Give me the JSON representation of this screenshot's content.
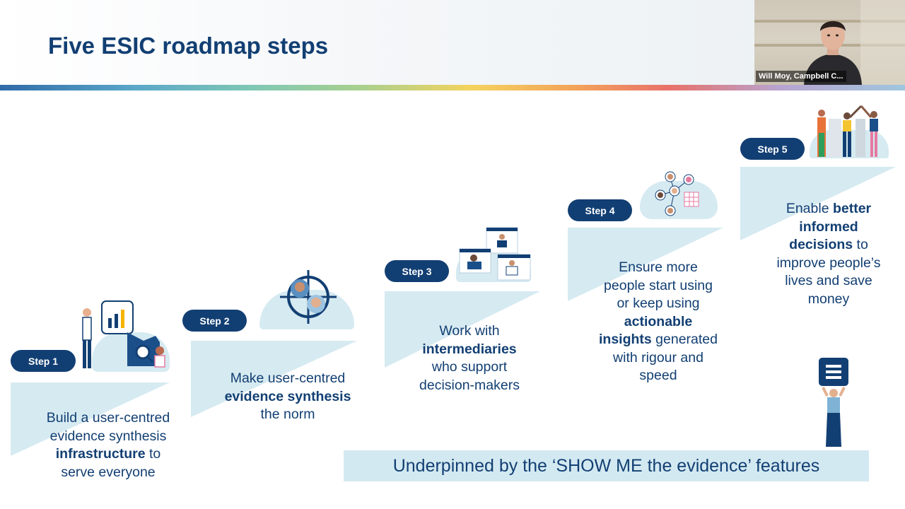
{
  "slide": {
    "title": "Five ESIC roadmap steps",
    "banner": "Underpinned by the ‘SHOW ME the evidence’ features"
  },
  "video": {
    "participant_name": "Will Moy, Campbell C..."
  },
  "steps": [
    {
      "label": "Step 1",
      "lines": [
        [
          {
            "t": "Build a user-centred"
          }
        ],
        [
          {
            "t": "evidence synthesis"
          }
        ],
        [
          {
            "t": "infrastructure",
            "b": true
          },
          {
            "t": " to"
          }
        ],
        [
          {
            "t": "serve everyone"
          }
        ]
      ]
    },
    {
      "label": "Step 2",
      "lines": [
        [
          {
            "t": "Make user-centred"
          }
        ],
        [
          {
            "t": "evidence synthesis",
            "b": true
          }
        ],
        [
          {
            "t": "the norm"
          }
        ]
      ]
    },
    {
      "label": "Step 3",
      "lines": [
        [
          {
            "t": "Work with"
          }
        ],
        [
          {
            "t": "intermediaries",
            "b": true
          }
        ],
        [
          {
            "t": "who support"
          }
        ],
        [
          {
            "t": "decision-makers"
          }
        ]
      ]
    },
    {
      "label": "Step 4",
      "lines": [
        [
          {
            "t": "Ensure more"
          }
        ],
        [
          {
            "t": "people start using"
          }
        ],
        [
          {
            "t": "or keep using"
          }
        ],
        [
          {
            "t": "actionable",
            "b": true
          }
        ],
        [
          {
            "t": "insights",
            "b": true
          },
          {
            "t": " generated"
          }
        ],
        [
          {
            "t": "with rigour and"
          }
        ],
        [
          {
            "t": "speed"
          }
        ]
      ]
    },
    {
      "label": "Step 5",
      "lines": [
        [
          {
            "t": "Enable "
          },
          {
            "t": "better",
            "b": true
          }
        ],
        [
          {
            "t": "informed",
            "b": true
          }
        ],
        [
          {
            "t": "decisions",
            "b": true
          },
          {
            "t": " to"
          }
        ],
        [
          {
            "t": "improve people’s"
          }
        ],
        [
          {
            "t": "lives and save"
          }
        ],
        [
          {
            "t": "money"
          }
        ]
      ]
    }
  ],
  "colors": {
    "navy": "#123f73",
    "light_blue": "#d6eaf1",
    "banner_bg": "#d3e9f1"
  }
}
